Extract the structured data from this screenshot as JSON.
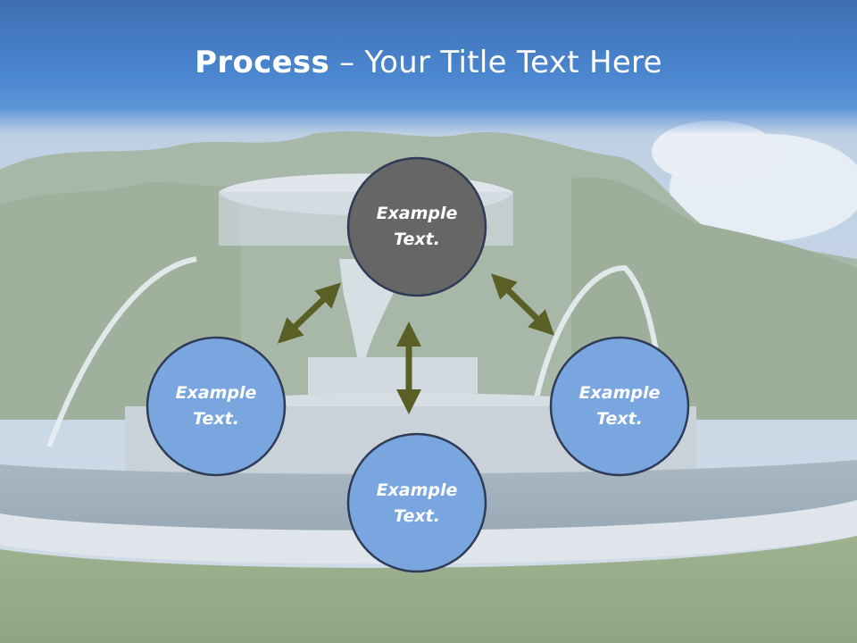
{
  "slide": {
    "title_bold": "Process",
    "title_rest": " – Your Title Text Here"
  },
  "nodes": [
    {
      "id": "top",
      "line1": "Example",
      "line2": "Text.",
      "fill": "#666666"
    },
    {
      "id": "left",
      "line1": "Example",
      "line2": "Text.",
      "fill": "#7aa6e0"
    },
    {
      "id": "bottom",
      "line1": "Example",
      "line2": "Text.",
      "fill": "#7aa6e0"
    },
    {
      "id": "right",
      "line1": "Example",
      "line2": "Text.",
      "fill": "#7aa6e0"
    }
  ],
  "colors": {
    "arrow": "#5a5f25",
    "circle_stroke": "#2f3b57",
    "title_bar": "#4a86cf"
  }
}
